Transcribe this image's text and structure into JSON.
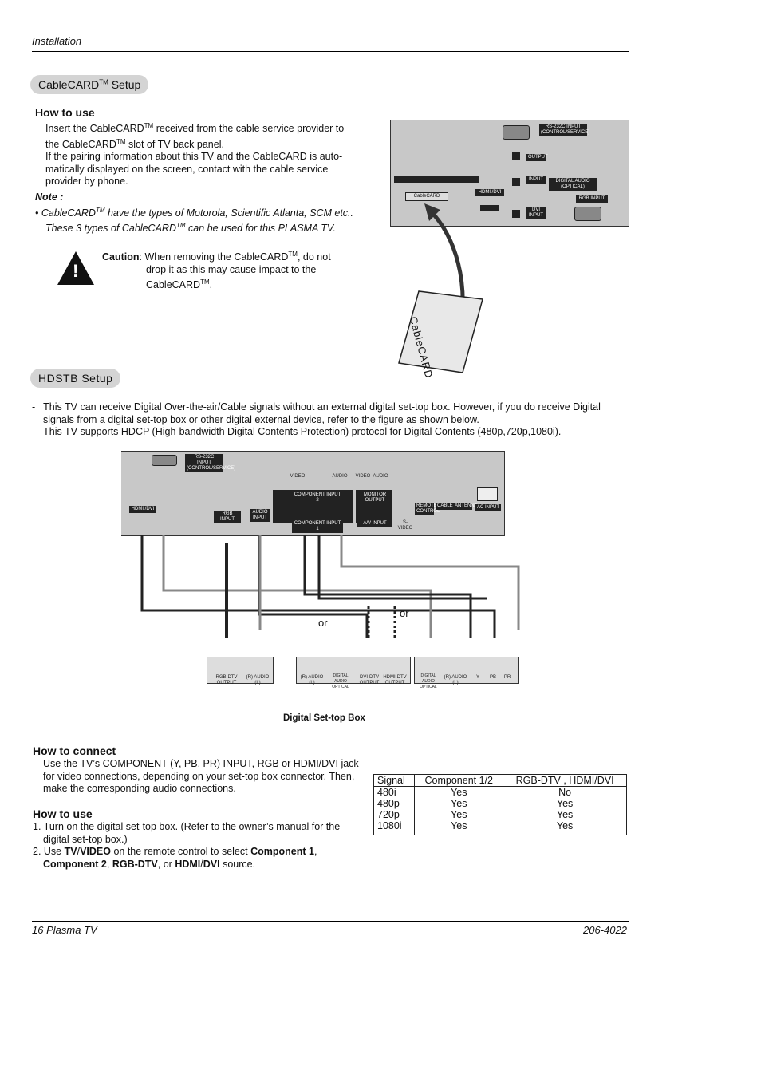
{
  "header": {
    "running_title": "Installation"
  },
  "cablecard": {
    "pill_label_pre": "CableCARD",
    "pill_tm": "TM",
    "pill_label_post": " Setup",
    "how_to_use_title": "How to use",
    "lines": [
      "Insert the CableCARD",
      " received from the cable service provider to",
      "the CableCARD",
      " slot of TV back panel.",
      "If the pairing information about this TV and the CableCARD is auto-",
      "matically displayed on the screen, contact with the cable service",
      "provider by phone."
    ],
    "tm": "TM",
    "note_title": "Note :",
    "note_line1_pre": "• CableCARD",
    "note_line1_post": " have  the types of Motorola, Scientific Atlanta, SCM etc..",
    "note_line2_pre": "These  3 types of CableCARD",
    "note_line2_post": "  can be used  for this PLASMA  TV.",
    "caution_label": "Caution",
    "caution_line1": ":  When removing the CableCARD",
    "caution_line1_post": ",  do not",
    "caution_line2": "drop it as this may cause impact to the",
    "caution_line3_pre": "CableCARD",
    "caution_line3_post": ".",
    "figure": {
      "rs232_label": "RS-232C INPUT",
      "rs232_sub": "(CONTROL/SERVICE)",
      "output": "OUTPUT",
      "digital_audio": "DIGITAL AUDIO (OPTICAL)",
      "hdmi_dvi": "HDMI /DVI",
      "rgb_input": "RGB INPUT",
      "dvi_input": "DVI INPUT",
      "slot_label": "CableCARD",
      "card_text": "CableCARD",
      "comp_input": "INPUT"
    }
  },
  "hdstb": {
    "pill_label": "HDSTB Setup",
    "bullets": [
      "This TV can receive Digital Over-the-air/Cable signals without an external digital set-top box. However, if you do receive Digital",
      "signals from a digital set-top box or other digital external device, refer to the figure as shown below.",
      "This TV supports HDCP (High-bandwidth Digital Contents Protection) protocol for Digital Contents (480p,720p,1080i)."
    ],
    "dash": "-",
    "figure": {
      "or1": "or",
      "or2": "or",
      "stb_caption": "Digital Set-top Box",
      "tv_labels": {
        "rs232": "RS-232C INPUT",
        "rs232_sub": "(CONTROL/SERVICE)",
        "hdmi": "HDMI /DVI",
        "rgb": "RGB INPUT",
        "audio_input": "AUDIO INPUT",
        "video": "VIDEO",
        "audio": "AUDIO",
        "video2": "VIDEO",
        "audio2": "AUDIO",
        "comp1": "COMPONENT INPUT 2",
        "comp2": "COMPONENT INPUT 1",
        "monitor": "MONITOR OUTPUT",
        "av": "A/V INPUT",
        "svideo": "S-VIDEO",
        "remote": "REMOTE CONTROL",
        "cable": "CABLE",
        "antenna": "ANTENNA",
        "ac": "AC INPUT"
      },
      "box_labels": {
        "b1a": "RGB-DTV OUTPUT",
        "b1b": "(R) AUDIO (L)",
        "b2a": "(R) AUDIO (L)",
        "b2b": "DIGITAL AUDIO OPTICAL",
        "b2c": "DVI-DTV OUTPUT",
        "b2d": "HDMI-DTV OUTPUT",
        "b3a": "DIGITAL AUDIO OPTICAL",
        "b3b": "(R) AUDIO (L)",
        "b3y": "Y",
        "b3pb": "PB",
        "b3pr": "PR"
      }
    }
  },
  "how_to_connect": {
    "title": "How to connect",
    "lines": [
      "Use the TV’s COMPONENT (Y, PB, PR) INPUT, RGB or HDMI/DVI jack",
      "for video connections, depending on your set-top box connector. Then,",
      "make the corresponding audio connections."
    ]
  },
  "how_to_use2": {
    "title": "How to use",
    "step1a": "1. Turn on the digital set-top box. (Refer to the owner’s manual for the",
    "step1b": "digital set-top box.)",
    "step2_pre": "2. Use ",
    "step2_b1": "TV",
    "step2_slash": "/",
    "step2_b2": "VIDEO",
    "step2_mid": " on the remote control to select ",
    "step2_b3": "Component 1",
    "step2_comma": ",",
    "step2_b4": "Component 2",
    "step2_sep1": ", ",
    "step2_b5": "RGB-DTV",
    "step2_sep2": ", or ",
    "step2_b6": "HDMI",
    "step2_slash2": "/",
    "step2_b7": "DVI",
    "step2_end": " source."
  },
  "signal_table": {
    "headers": [
      "Signal",
      "Component 1/2",
      "RGB-DTV , HDMI/DVI"
    ],
    "rows": [
      [
        "480i",
        "Yes",
        "No"
      ],
      [
        "480p",
        "Yes",
        "Yes"
      ],
      [
        "720p",
        "Yes",
        "Yes"
      ],
      [
        "1080i",
        "Yes",
        "Yes"
      ]
    ]
  },
  "footer": {
    "left": "16   Plasma TV",
    "right": "206-4022"
  }
}
